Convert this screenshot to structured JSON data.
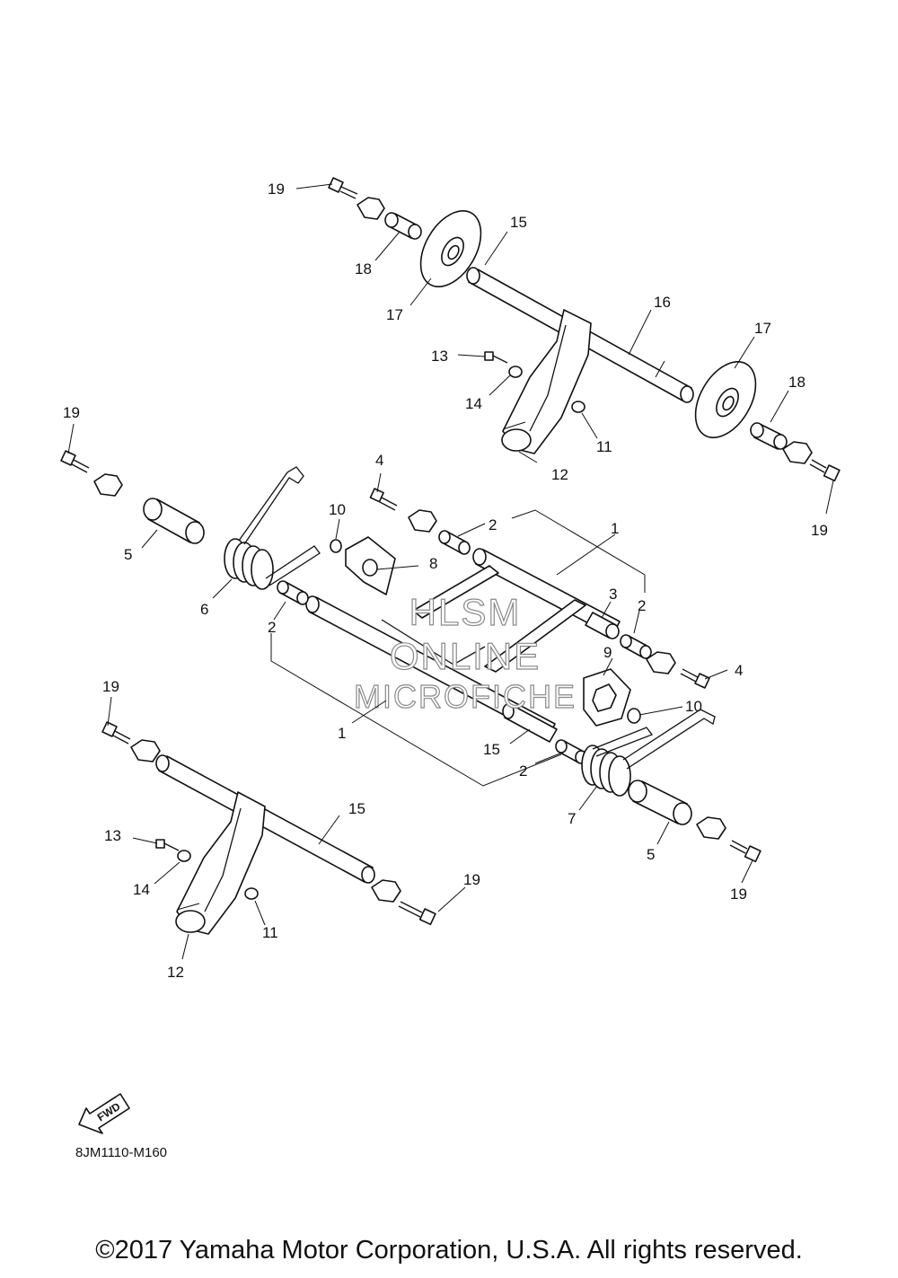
{
  "watermark": {
    "line1": "HLSM",
    "line2": "ONLINE",
    "line3": "MICROFICHE"
  },
  "fwd_label": "FWD",
  "diagram_code": "8JM1110-M160",
  "copyright": "©2017 Yamaha Motor Corporation, U.S.A. All rights reserved.",
  "callouts": {
    "c1a": "1",
    "c1b": "1",
    "c2a": "2",
    "c2b": "2",
    "c2c": "2",
    "c2d": "2",
    "c3": "3",
    "c4a": "4",
    "c4b": "4",
    "c5a": "5",
    "c5b": "5",
    "c6": "6",
    "c7": "7",
    "c8": "8",
    "c9": "9",
    "c10a": "10",
    "c10b": "10",
    "c11a": "11",
    "c11b": "11",
    "c12a": "12",
    "c12b": "12",
    "c13a": "13",
    "c13b": "13",
    "c14a": "14",
    "c14b": "14",
    "c15a": "15",
    "c15b": "15",
    "c15c": "15",
    "c16": "16",
    "c17a": "17",
    "c17b": "17",
    "c18a": "18",
    "c18b": "18",
    "c19a": "19",
    "c19b": "19",
    "c19c": "19",
    "c19d": "19",
    "c19e": "19"
  }
}
